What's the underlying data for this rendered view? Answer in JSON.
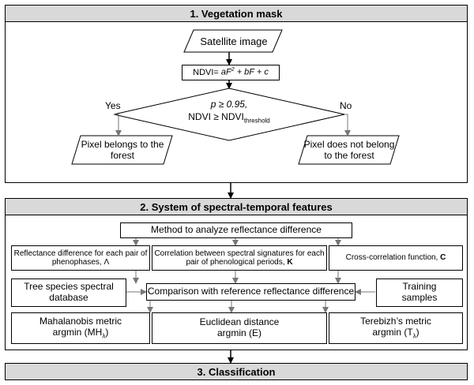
{
  "section1": {
    "title": "1. Vegetation mask",
    "satellite": "Satellite image",
    "ndvi_prefix": "NDVI= ",
    "ndvi_formula_a": "aF",
    "ndvi_exp": "2",
    "ndvi_formula_b": " + bF + c",
    "decision_line1": "p ≥ 0.95,",
    "decision_line2": "NDVI ≥ NDVI",
    "decision_sub": "threshold",
    "yes": "Yes",
    "no": "No",
    "forest": "Pixel belongs to the forest",
    "not_forest": "Pixel does not belong  to the forest"
  },
  "section2": {
    "title": "2. System of spectral-temporal features",
    "method": "Method to analyze reflectance difference",
    "refl_diff": "Reflectance difference for each pair of phenophases, ",
    "refl_diff_symbol": "Λ",
    "correlation": "Correlation between spectral signatures for each pair of phenological periods, ",
    "correlation_symbol": "K",
    "cross_corr": "Cross-correlation function, ",
    "cross_corr_symbol": "C",
    "tree_db": "Tree species spectral database",
    "comparison": "Comparison with reference reflectance difference",
    "training": "Training samples",
    "mahalanobis": "Mahalanobis metric",
    "mahalanobis_arg": "argmin (MH",
    "euclid": "Euclidean distance",
    "euclid_arg": "argmin (E)",
    "terebizh": "Terebizh’s metric",
    "terebizh_arg": "argmin (T",
    "lambda": "λ",
    "close": ")"
  },
  "section3": {
    "title": "3. Classification"
  }
}
